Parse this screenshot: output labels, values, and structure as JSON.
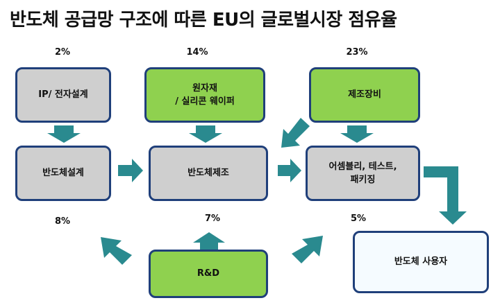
{
  "title": "반도체 공급망 구조에 따른 EU의 글로벌시장 점유율",
  "percentages": {
    "ip": "2%",
    "materials": "14%",
    "equipment": "23%",
    "design": "8%",
    "rnd": "7%",
    "assembly": "5%"
  },
  "boxes": {
    "ip": "IP/ 전자설계",
    "materials": "원자재\n/ 실리콘 웨이퍼",
    "equipment": "제조장비",
    "design": "반도체설계",
    "manufacturing": "반도체제조",
    "assembly": "어셈블리, 테스트,\n패키징",
    "rnd": "R&D",
    "user": "반도체 사용자"
  },
  "colors": {
    "arrow": "#2a8a8f",
    "border": "#1f3f7a",
    "gray_box": "#cfcfcf",
    "green_box": "#8fd14f"
  }
}
